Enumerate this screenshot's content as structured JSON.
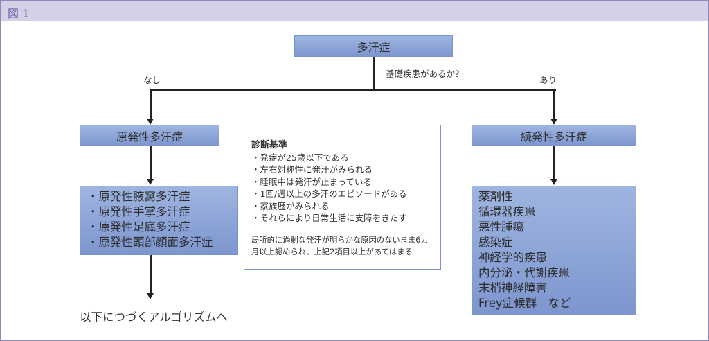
{
  "header": {
    "title": "図 1"
  },
  "root": {
    "label": "多汗症",
    "question": "基礎疾患があるか？"
  },
  "branches": {
    "no_label": "なし",
    "yes_label": "あり"
  },
  "primary": {
    "title": "原発性多汗症",
    "items": [
      "・原発性腋窩多汗症",
      "・原発性手掌多汗症",
      "・原発性足底多汗症",
      "・原発性頭部顔面多汗症"
    ],
    "next": "以下につづくアルゴリズムへ"
  },
  "secondary": {
    "title": "続発性多汗症",
    "items": [
      "薬剤性",
      "循環器疾患",
      "悪性腫瘍",
      "感染症",
      "神経学的疾患",
      "内分泌・代謝疾患",
      "末梢神経障害",
      "Frey症候群　など"
    ]
  },
  "criteria": {
    "title": "診断基準",
    "items": [
      "・発症が25歳以下である",
      "・左右対称性に発汗がみられる",
      "・睡眠中は発汗が止まっている",
      "・1回/週以上の多汗のエピソードがある",
      "・家族歴がみられる",
      "・それらにより日常生活に支障をきたす"
    ],
    "note": "局所的に過剰な発汗が明らかな原因のないまま6カ月以上認められ、上記2項目以上があてはまる"
  }
}
